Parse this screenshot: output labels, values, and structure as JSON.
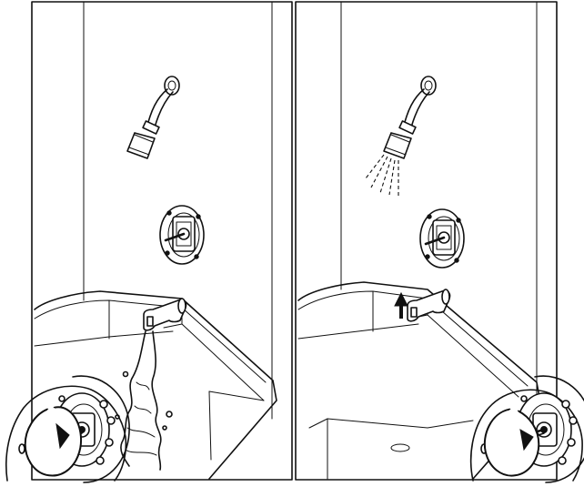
{
  "panels": [
    {
      "id": "left",
      "water_flow": "tub-spout",
      "diverter": "down",
      "handle_rotation": "clockwise"
    },
    {
      "id": "right",
      "water_flow": "shower-head",
      "diverter": "up",
      "handle_rotation": "counter-clockwise"
    }
  ],
  "icons": [
    "shower-head-icon",
    "valve-trim-icon",
    "tub-spout-icon",
    "rotation-arrow-icon",
    "up-arrow-icon",
    "water-stream-icon",
    "water-spray-icon"
  ]
}
